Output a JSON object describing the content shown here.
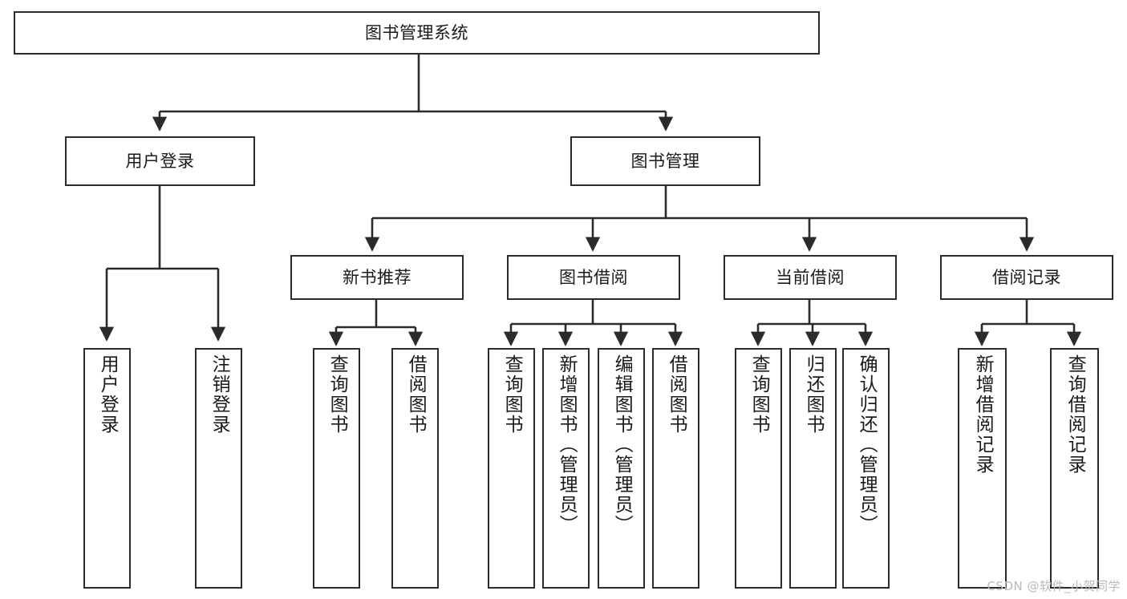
{
  "diagram": {
    "title": "图书管理系统",
    "type": "tree-hierarchy-diagram",
    "watermark": "CSDN @软件_小贺同学",
    "colors": {
      "background": "#ffffff",
      "border": "#2b2b2b",
      "text": "#1a1a1a",
      "edge": "#2b2b2b",
      "watermark": "#b9b9b9"
    },
    "nodes": {
      "root": {
        "label": "图书管理系统",
        "level": 0,
        "orientation": "horizontal"
      },
      "user_login": {
        "label": "用户登录",
        "level": 1,
        "orientation": "horizontal"
      },
      "book_manage": {
        "label": "图书管理",
        "level": 1,
        "orientation": "horizontal"
      },
      "new_book_rec": {
        "label": "新书推荐",
        "level": 2,
        "orientation": "horizontal"
      },
      "book_borrow": {
        "label": "图书借阅",
        "level": 2,
        "orientation": "horizontal"
      },
      "current_borrow": {
        "label": "当前借阅",
        "level": 2,
        "orientation": "horizontal"
      },
      "borrow_record": {
        "label": "借阅记录",
        "level": 2,
        "orientation": "horizontal"
      },
      "leaf_user_login": {
        "label": "用户登录",
        "level": 3,
        "orientation": "vertical"
      },
      "leaf_logout": {
        "label": "注销登录",
        "level": 3,
        "orientation": "vertical"
      },
      "leaf_query_book_1": {
        "label": "查询图书",
        "level": 3,
        "orientation": "vertical"
      },
      "leaf_borrow_book_1": {
        "label": "借阅图书",
        "level": 3,
        "orientation": "vertical"
      },
      "leaf_query_book_2": {
        "label": "查询图书",
        "level": 3,
        "orientation": "vertical"
      },
      "leaf_add_book": {
        "label": "新增图书（管理员）",
        "level": 3,
        "orientation": "vertical"
      },
      "leaf_edit_book": {
        "label": "编辑图书（管理员）",
        "level": 3,
        "orientation": "vertical"
      },
      "leaf_borrow_book_2": {
        "label": "借阅图书",
        "level": 3,
        "orientation": "vertical"
      },
      "leaf_query_book_3": {
        "label": "查询图书",
        "level": 3,
        "orientation": "vertical"
      },
      "leaf_return_book": {
        "label": "归还图书",
        "level": 3,
        "orientation": "vertical"
      },
      "leaf_confirm_return": {
        "label": "确认归还（管理员）",
        "level": 3,
        "orientation": "vertical"
      },
      "leaf_add_record": {
        "label": "新增借阅记录",
        "level": 3,
        "orientation": "vertical"
      },
      "leaf_query_record": {
        "label": "查询借阅记录",
        "level": 3,
        "orientation": "vertical"
      }
    },
    "edges": [
      {
        "from": "root",
        "to": "user_login"
      },
      {
        "from": "root",
        "to": "book_manage"
      },
      {
        "from": "user_login",
        "to": "leaf_user_login"
      },
      {
        "from": "user_login",
        "to": "leaf_logout"
      },
      {
        "from": "book_manage",
        "to": "new_book_rec"
      },
      {
        "from": "book_manage",
        "to": "book_borrow"
      },
      {
        "from": "book_manage",
        "to": "current_borrow"
      },
      {
        "from": "book_manage",
        "to": "borrow_record"
      },
      {
        "from": "new_book_rec",
        "to": "leaf_query_book_1"
      },
      {
        "from": "new_book_rec",
        "to": "leaf_borrow_book_1"
      },
      {
        "from": "book_borrow",
        "to": "leaf_query_book_2"
      },
      {
        "from": "book_borrow",
        "to": "leaf_add_book"
      },
      {
        "from": "book_borrow",
        "to": "leaf_edit_book"
      },
      {
        "from": "book_borrow",
        "to": "leaf_borrow_book_2"
      },
      {
        "from": "current_borrow",
        "to": "leaf_query_book_3"
      },
      {
        "from": "current_borrow",
        "to": "leaf_return_book"
      },
      {
        "from": "current_borrow",
        "to": "leaf_confirm_return"
      },
      {
        "from": "borrow_record",
        "to": "leaf_add_record"
      },
      {
        "from": "borrow_record",
        "to": "leaf_query_record"
      }
    ]
  }
}
